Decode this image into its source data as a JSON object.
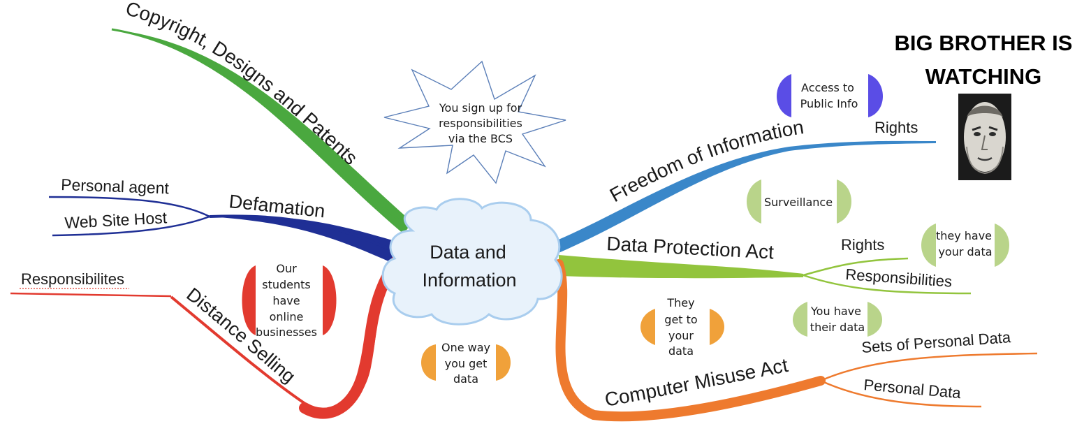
{
  "center": {
    "line1": "Data and",
    "line2": "Information"
  },
  "starburst": {
    "line1": "You sign up for",
    "line2": "responsibilities",
    "line3": "via the BCS"
  },
  "branches": {
    "copyright": {
      "label": "Copyright, Designs and Patents"
    },
    "defamation": {
      "label": "Defamation",
      "sub1": "Personal agent",
      "sub2": "Web Site Host"
    },
    "distance_selling": {
      "label": "Distance Selling",
      "sub1": "Responsibilites"
    },
    "freedom_of_information": {
      "label": "Freedom of Information",
      "sub1": "Rights"
    },
    "data_protection": {
      "label": "Data Protection Act",
      "sub1": "Rights",
      "sub2": "Responsibilities"
    },
    "computer_misuse": {
      "label": "Computer Misuse Act",
      "sub1": "Sets of Personal Data",
      "sub2": "Personal Data"
    }
  },
  "notes": {
    "students": {
      "lines": [
        "Our",
        "students",
        "have",
        "online",
        "businesses"
      ]
    },
    "one_way": {
      "lines": [
        "One way",
        "you get",
        "data"
      ]
    },
    "access": {
      "lines": [
        "Access to",
        "Public Info"
      ]
    },
    "surveillance": {
      "lines": [
        "Surveillance"
      ]
    },
    "they_have": {
      "lines": [
        "they have",
        "your data"
      ]
    },
    "they_get": {
      "lines": [
        "They",
        "get to",
        "your",
        "data"
      ]
    },
    "you_have": {
      "lines": [
        "You have",
        "their data"
      ]
    }
  },
  "big_brother": {
    "line1": "BIG BROTHER IS",
    "line2": "WATCHING"
  },
  "colors": {
    "green": "#4aa83f",
    "navy": "#1f2f95",
    "red": "#e23a2f",
    "blue": "#3a87c9",
    "lime": "#92c43d",
    "orange": "#ee7a2e",
    "purple": "#5a4de6",
    "sage": "#b9d48a",
    "amber": "#f0a13a"
  }
}
